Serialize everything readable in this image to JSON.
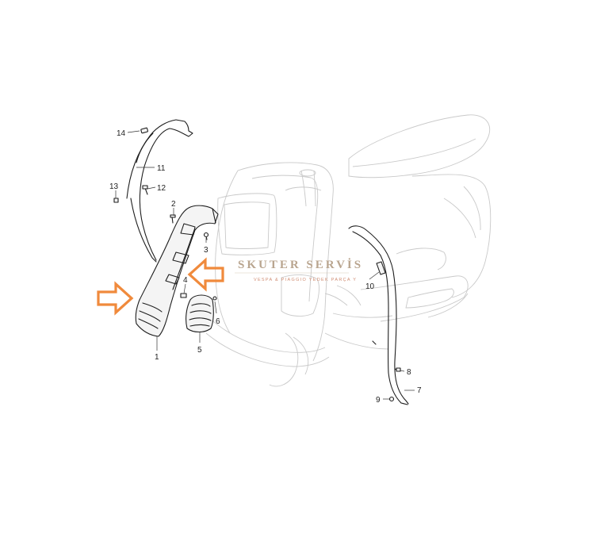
{
  "watermark": {
    "title": "SKUTER SERVİS",
    "subtitle": "VESPA & PIAGGIO YEDEK PARÇA Y"
  },
  "callouts": [
    "14",
    "11",
    "13",
    "12",
    "2",
    "3",
    "4",
    "6",
    "5",
    "1",
    "10",
    "8",
    "9",
    "7"
  ],
  "colors": {
    "arrow": "#f08a3c",
    "ghost_outline": "#c9c9c9",
    "part_outline": "#1e1e1e"
  },
  "icons": [
    "arrow-right-icon",
    "arrow-left-icon"
  ]
}
